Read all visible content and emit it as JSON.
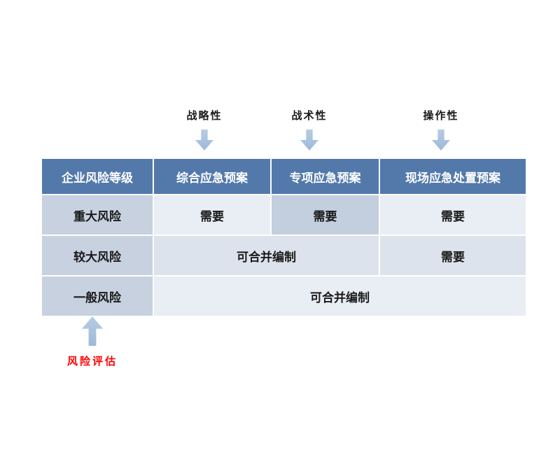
{
  "annotations": {
    "top": [
      {
        "label": "战略性"
      },
      {
        "label": "战术性"
      },
      {
        "label": "操作性"
      }
    ],
    "bottom": {
      "label": "风险评估"
    }
  },
  "table": {
    "headers": [
      "企业风险等级",
      "综合应急预案",
      "专项应急预案",
      "现场应急处置预案"
    ],
    "rows": [
      {
        "label": "重大风险",
        "c1": "需要",
        "c2": "需要",
        "c3": "需要"
      },
      {
        "label": "较大风险",
        "c12": "可合并编制",
        "c3": "需要"
      },
      {
        "label": "一般风险",
        "c123": "可合并编制"
      }
    ]
  },
  "colors": {
    "header_bg": "#5379ab",
    "row_label_bg": "#c7d1e0",
    "row_light_bg": "#e9edf4",
    "row_band_bg": "#dde3ec",
    "highlight_cell_bg": "#c3cedf",
    "arrow_fill": "#a9c2dd",
    "annotation_red": "#ff0000"
  }
}
